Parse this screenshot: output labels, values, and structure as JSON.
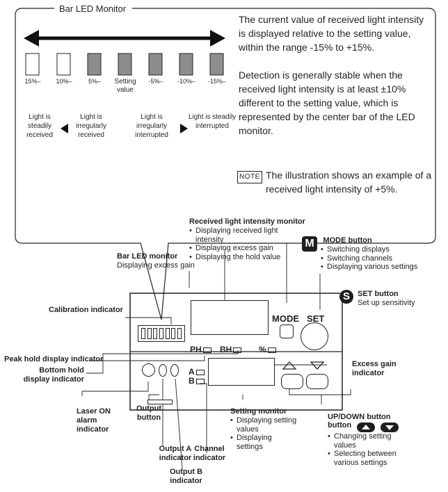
{
  "panel": {
    "title": "Bar LED Monitor",
    "bar_labels": [
      "15%–",
      "10%–",
      "5%–",
      "Setting value",
      "-5%–",
      "-10%–",
      "-15%–"
    ],
    "bar_lit": [
      false,
      false,
      true,
      true,
      true,
      true,
      true
    ],
    "state_labels": [
      "Light is steadily received",
      "Light is irregularly received",
      "Light is irregularly interrupted",
      "Light is steadily interrupted"
    ],
    "description_1": "The current value of received light intensity is displayed relative to the setting value, within the range -15% to +15%.",
    "description_2": "Detection is generally stable when the received light intensity is at least ±10% different to the setting value, which is represented by the center bar of the LED monitor.",
    "note_tag": "NOTE",
    "note_text": "The illustration shows an example of a received light intensity of +5%."
  },
  "callouts": {
    "received_monitor": {
      "title": "Received light intensity monitor",
      "items": [
        "Displaying received light intensity",
        "Displaying excess gain",
        "Displaying the hold value"
      ]
    },
    "bar_led_monitor": {
      "title": "Bar LED monitor",
      "subtitle": "Displaying excess gain"
    },
    "mode_button": {
      "badge": "M",
      "title": "MODE button",
      "items": [
        "Switching displays",
        "Switching channels",
        "Displaying various settings"
      ]
    },
    "calibration": "Calibration indicator",
    "set_button": {
      "badge": "S",
      "title": "SET button",
      "subtitle": "Set up sensitivity"
    },
    "peak_hold": "Peak hold display indicator",
    "bottom_hold": "Bottom hold display indicator",
    "excess_gain": "Excess gain indicator",
    "laser_on": "Laser ON alarm indicator",
    "output_button": "Output button",
    "output_a": "Output A indicator",
    "output_b": "Output B indicator",
    "channel": "Channel indicator",
    "setting_monitor": {
      "title": "Setting monitor",
      "items": [
        "Displaying setting values",
        "Displaying settings"
      ]
    },
    "up_down": {
      "title": "UP/DOWN button",
      "items": [
        "Changing setting values",
        "Selecting between various settings"
      ]
    }
  },
  "device": {
    "mode_label": "MODE",
    "set_label": "SET",
    "ph_label": "PH",
    "bh_label": "BH",
    "percent_label": "%",
    "a_label": "A",
    "b_label": "B"
  }
}
